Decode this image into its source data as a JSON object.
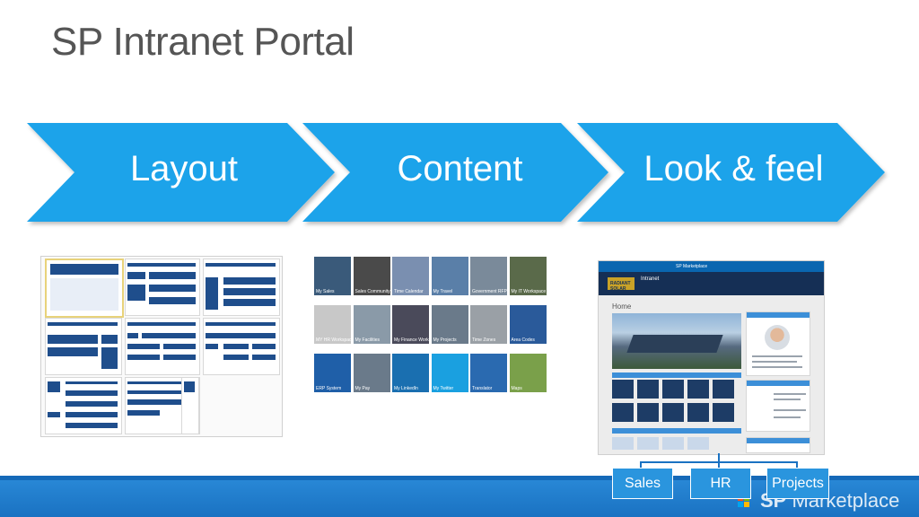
{
  "title": "SP Intranet Portal",
  "steps": [
    "Layout",
    "Content",
    "Look & feel"
  ],
  "content_tiles": [
    {
      "label": "My Sales",
      "color": "#3a5a7a"
    },
    {
      "label": "Sales Community",
      "color": "#4a4a4a"
    },
    {
      "label": "Time Calendar",
      "color": "#7a8fb0"
    },
    {
      "label": "My Travel",
      "color": "#5a7fa8"
    },
    {
      "label": "Government RFPs",
      "color": "#7a8a9a"
    },
    {
      "label": "My IT Workspace",
      "color": "#5a6a4a"
    },
    {
      "label": "MY HR Workspace",
      "color": "#c8c8c8"
    },
    {
      "label": "My Facilities",
      "color": "#8a9aa8"
    },
    {
      "label": "My Finance Workspace",
      "color": "#4a4a5a"
    },
    {
      "label": "My Projects",
      "color": "#6a7a8a"
    },
    {
      "label": "Time Zones",
      "color": "#9aa0a6"
    },
    {
      "label": "Area Codes",
      "color": "#2a5a9a"
    },
    {
      "label": "ERP System",
      "color": "#1f5fa8"
    },
    {
      "label": "My Pay",
      "color": "#6a7a8a"
    },
    {
      "label": "My LinkedIn",
      "color": "#1a6fb0"
    },
    {
      "label": "My Twitter",
      "color": "#1aa0e0"
    },
    {
      "label": "Translator",
      "color": "#2a6ab0"
    },
    {
      "label": "Maps",
      "color": "#7aa04a"
    }
  ],
  "site": {
    "topbar": "SP Marketplace",
    "logo": "RADIANT SOLAR",
    "intranet": "Intranet",
    "home": "Home"
  },
  "buttons": [
    "Sales",
    "HR",
    "Projects"
  ],
  "brand": {
    "sp": "SP",
    "rest": " Marketplace"
  }
}
